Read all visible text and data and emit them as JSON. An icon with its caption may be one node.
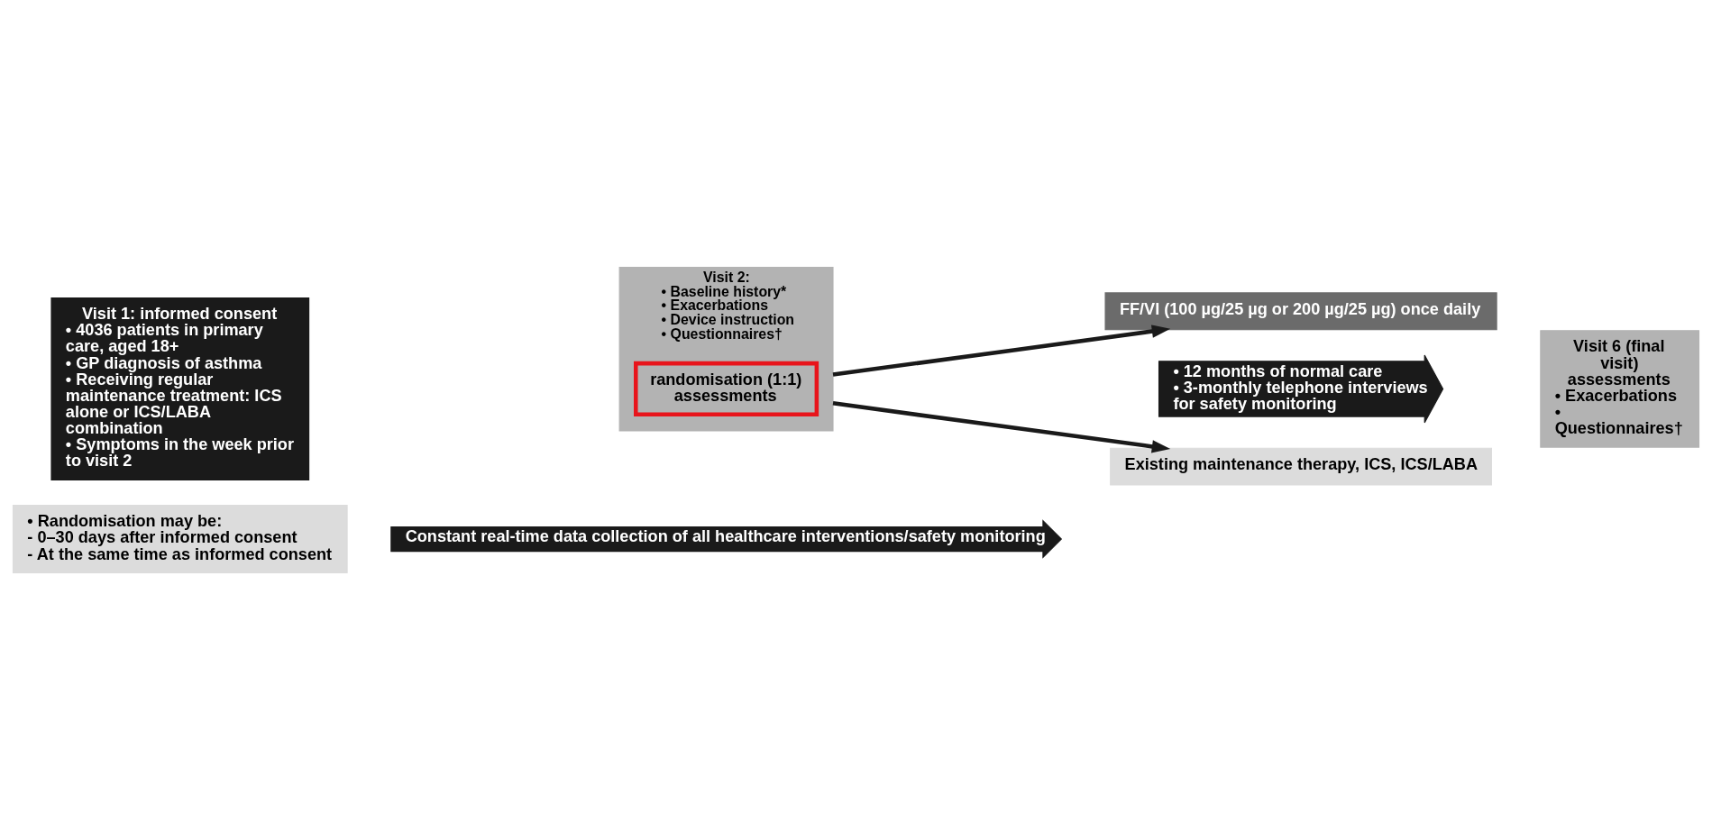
{
  "diagram": {
    "nodes": [
      {
        "text": [
          "Visit 1: informed consent",
          "• 4036 patients in primary care, aged 18+",
          "• GP diagnosis of asthma",
          "• Receiving regular maintenance treatment: ICS alone or ICS/LABA combination",
          "• Symptoms in the week prior to visit 2"
        ]
      },
      {
        "text": [
          "FF/VI (100 µg/25 µg or 200 µg/25 µg) once daily"
        ]
      },
      {
        "text": [
          "Visit 2:",
          "• Baseline history*",
          "• Exacerbations",
          "• Device instruction",
          "• Questionnaires†"
        ]
      },
      {
        "text": [
          "randomisation (1:1) assessments"
        ],
        "in": 2
      },
      {
        "text": [
          "• 12 months of normal care",
          "• 3-monthly telephone interviews for safety monitoring"
        ]
      },
      {
        "text": [
          "Visit 6 (final visit) assessments",
          "• Exacerbations",
          "• Questionnaires†"
        ]
      },
      {
        "text": [
          "• Randomisation may be:",
          "- 0–30 days after informed consent",
          "- At the same time as informed consent"
        ]
      },
      {
        "text": [
          "Existing maintenance therapy, ICS, ICS/LABA"
        ]
      },
      {
        "text": [
          "Constant real-time data collection of all healthcare interventions/safety monitoring"
        ]
      }
    ],
    "edges": [
      {
        "from": 2,
        "to": 1,
        "arrow": "to"
      },
      {
        "from": 2,
        "to": 7,
        "arrow": "to"
      }
    ]
  }
}
